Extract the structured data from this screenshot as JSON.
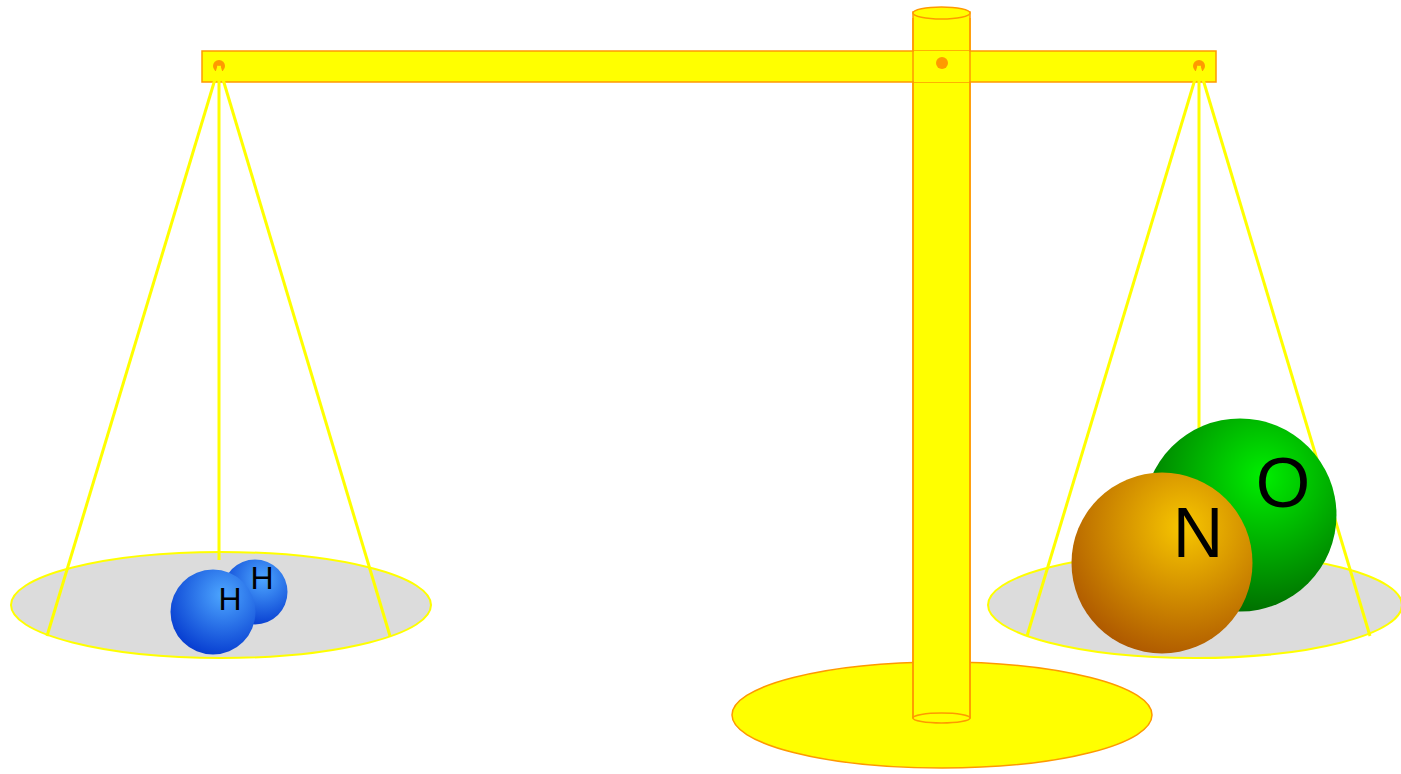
{
  "diagram": {
    "nodes": [
      {
        "text": [
          "H"
        ]
      },
      {
        "text": [
          "H"
        ]
      },
      {
        "text": [
          "N"
        ]
      },
      {
        "text": [
          "O"
        ]
      }
    ]
  }
}
